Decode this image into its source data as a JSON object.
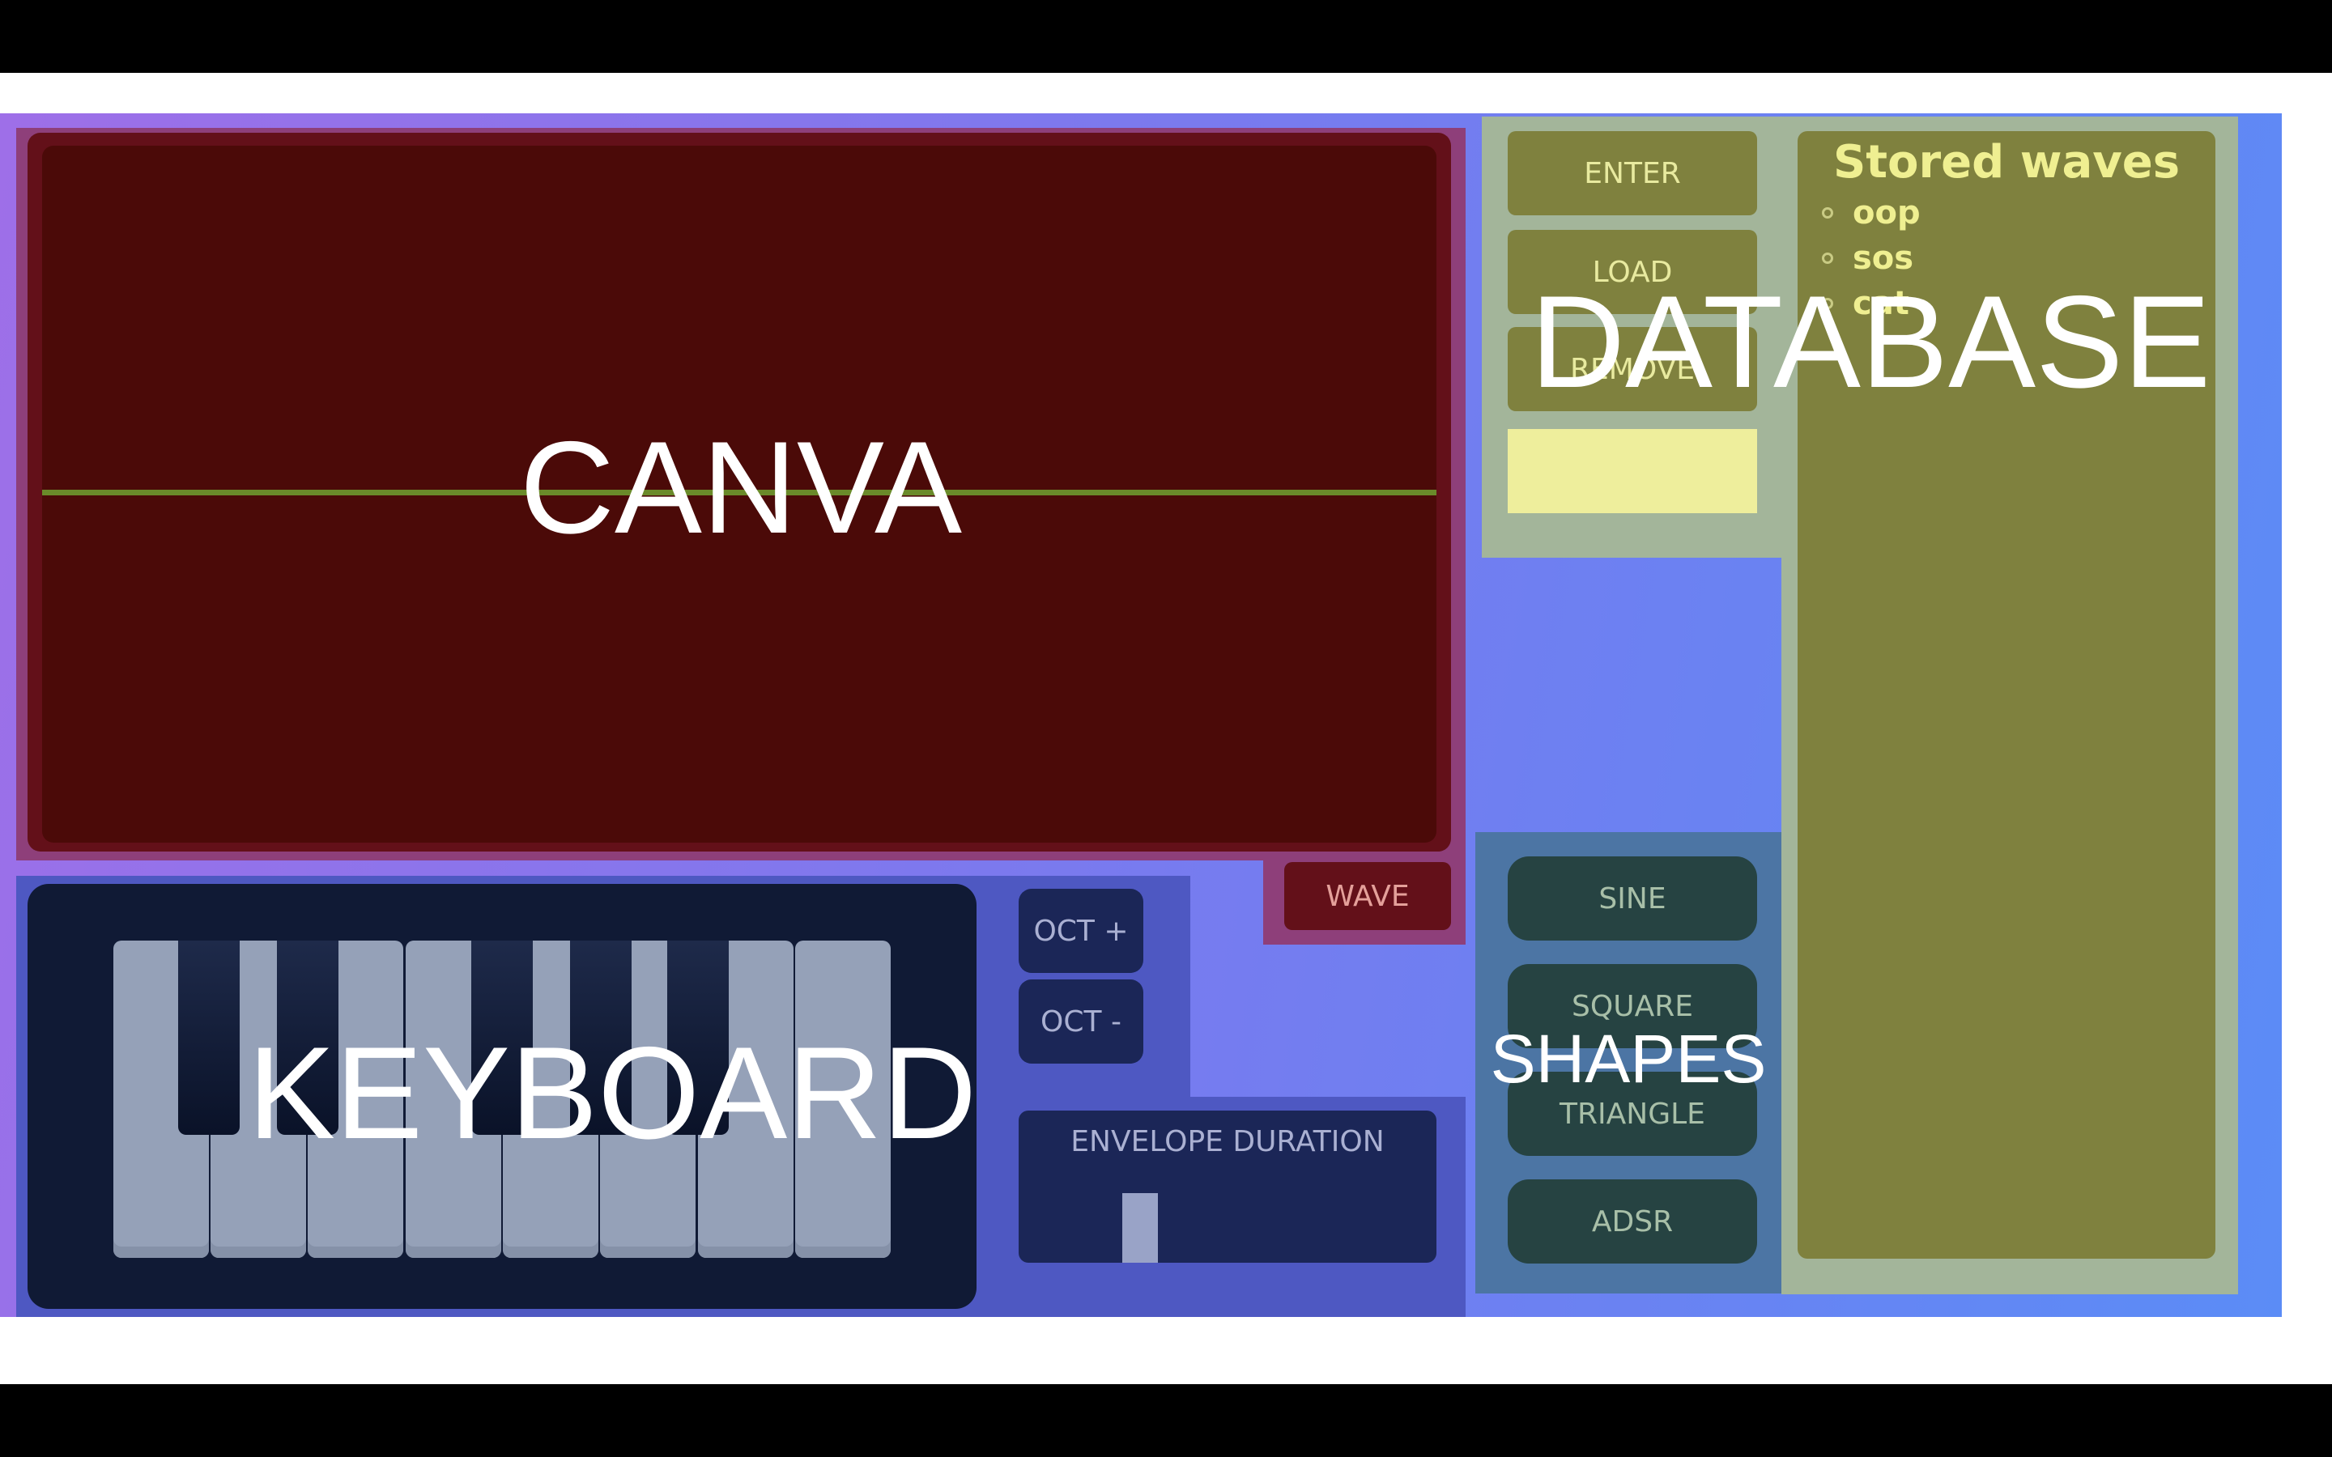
{
  "canvas": {
    "overlay_label": "CANVA",
    "wave_button": "WAVE"
  },
  "keyboard": {
    "overlay_label": "KEYBOARD",
    "octave_up": "OCT +",
    "octave_down": "OCT -",
    "envelope_label": "ENVELOPE DURATION",
    "white_key_count": 8,
    "black_key_count": 5
  },
  "database": {
    "overlay_label": "DATABASE",
    "enter_button": "ENTER",
    "load_button": "LOAD",
    "remove_button": "REMOVE",
    "name_input_value": "",
    "stored_title": "Stored waves",
    "stored_waves": [
      "oop",
      "sos",
      "cat"
    ]
  },
  "shapes": {
    "overlay_label": "SHAPES",
    "buttons": [
      "SINE",
      "SQUARE",
      "TRIANGLE",
      "ADSR"
    ]
  },
  "colors": {
    "canvas_bg": "#4b0a08",
    "wave_line": "#6a8a2a",
    "keyboard_bg": "#101a35",
    "database_bg": "#7f813e",
    "shapes_button": "#264342",
    "input_bg": "#eeee9c"
  }
}
